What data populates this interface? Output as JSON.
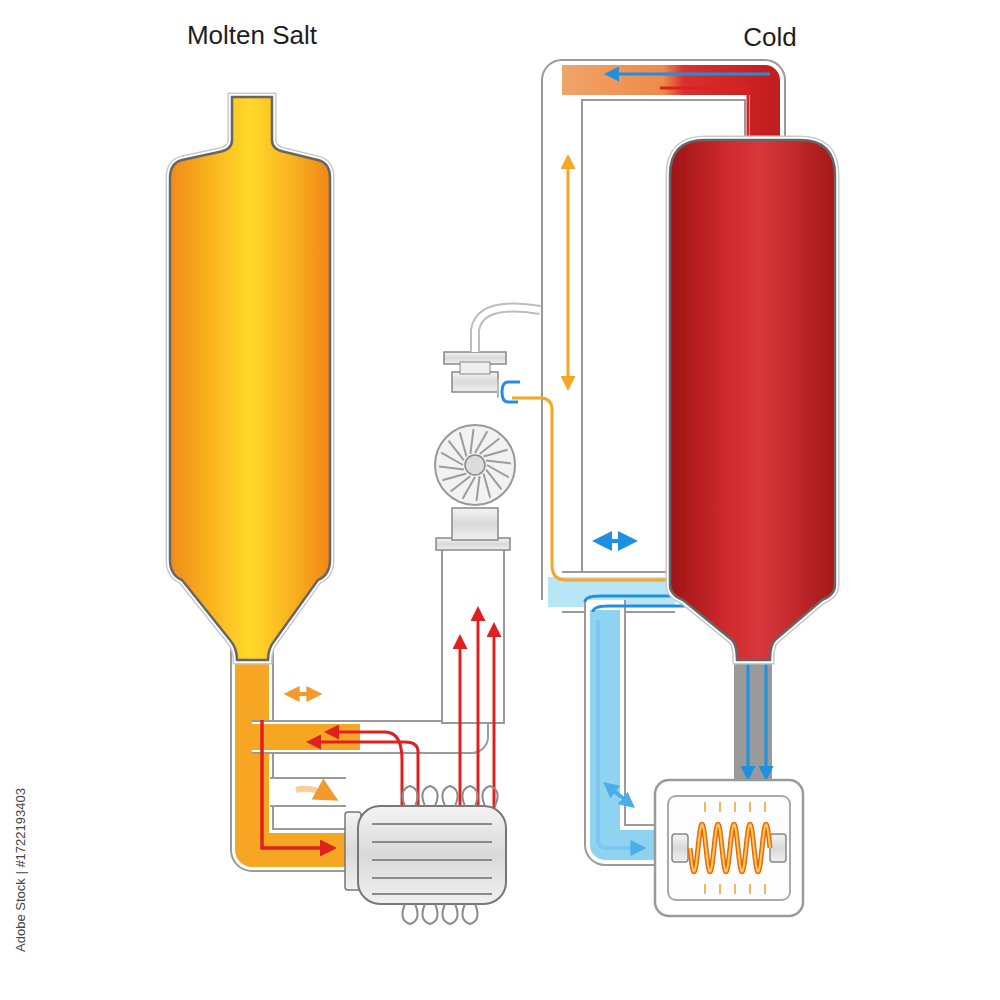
{
  "diagram": {
    "nodes": [
      {
        "text": [
          "Molten Salt"
        ]
      },
      {
        "text": [
          "Cold"
        ]
      }
    ],
    "labels": [
      "Adobe Stock | #1722193403"
    ]
  }
}
